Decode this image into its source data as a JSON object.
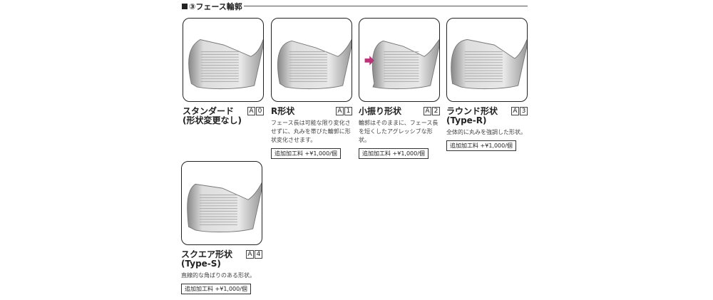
{
  "section_title": "③フェース輪郭",
  "options": [
    {
      "name": "スタンダード",
      "sub": "(形状変更なし)",
      "code": [
        "A",
        "0"
      ],
      "desc": "",
      "price": ""
    },
    {
      "name": "R形状",
      "sub": "",
      "code": [
        "A",
        "1"
      ],
      "desc": "フェース長は可能な限り変化させずに、丸みを帯びた輪郭に形状変化させます。",
      "price": "追加加工料 +¥1,000/個"
    },
    {
      "name": "小振り形状",
      "sub": "",
      "code": [
        "A",
        "2"
      ],
      "desc": "輪郭はそのままに、フェース長を短くしたアグレッシブな形状。",
      "price": "追加加工料 +¥1,000/個"
    },
    {
      "name": "ラウンド形状",
      "sub": "(Type-R)",
      "code": [
        "A",
        "3"
      ],
      "desc": "全体的に丸みを強調した形状。",
      "price": "追加加工料 +¥1,000/個"
    },
    {
      "name": "スクエア形状",
      "sub": "(Type-S)",
      "code": [
        "A",
        "4"
      ],
      "desc": "直線的な角ばりのある形状。",
      "price": "追加加工料 +¥1,000/個"
    }
  ],
  "colors": {
    "arrow": "#c0307a"
  }
}
